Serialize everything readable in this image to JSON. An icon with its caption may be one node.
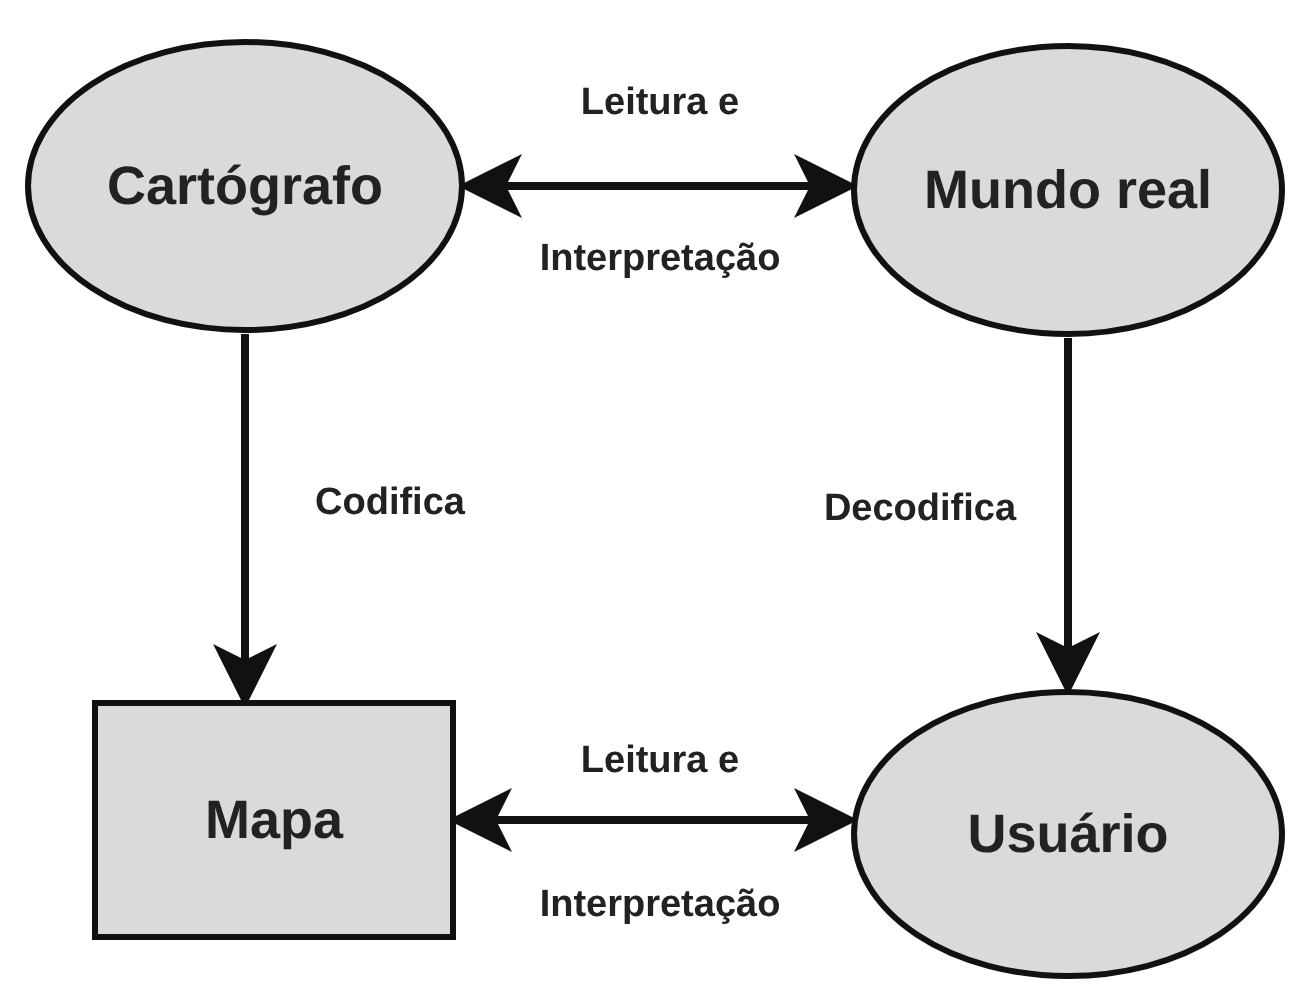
{
  "diagram": {
    "nodes": [
      {
        "text": [
          "Cartógrafo"
        ]
      },
      {
        "text": [
          "Mundo real"
        ]
      },
      {
        "text": [
          "Mapa"
        ]
      },
      {
        "text": [
          "Usuário"
        ]
      }
    ],
    "edges": [
      {
        "from": 0,
        "to": 1,
        "arrow": "both",
        "label": "Leitura e Interpretação"
      },
      {
        "from": 0,
        "to": 2,
        "arrow": "to",
        "label": "Codifica"
      },
      {
        "from": 1,
        "to": 3,
        "arrow": "to",
        "label": "Decodifica"
      },
      {
        "from": 2,
        "to": 3,
        "arrow": "both",
        "label": "Leitura e Interpretação"
      }
    ]
  }
}
